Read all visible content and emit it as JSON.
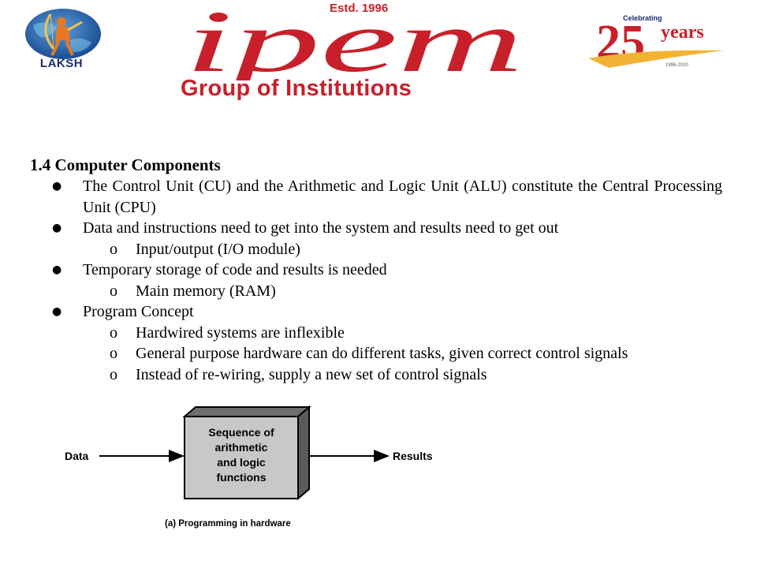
{
  "header": {
    "lakshLabel": "LAKSH",
    "estd": "Estd. 1996",
    "brand": "ipem",
    "group": "Group of Institutions",
    "celebrating": "Celebrating",
    "anniversaryNumber": "25",
    "anniversaryWord": "years",
    "anniversaryYears": "1996-2020",
    "brandColor": "#c8202a"
  },
  "section": {
    "title": "1.4 Computer Components",
    "items": [
      {
        "text": "The Control Unit (CU) and the Arithmetic and Logic Unit (ALU) constitute the Central Processing Unit (CPU)",
        "subs": []
      },
      {
        "text": "Data and instructions need to get into the system and results need to get out",
        "subs": [
          "Input/output (I/O module)"
        ]
      },
      {
        "text": "Temporary storage of code and results is needed",
        "subs": [
          "Main memory (RAM)"
        ]
      },
      {
        "text": "Program Concept",
        "subs": [
          "Hardwired systems are inflexible",
          "General purpose hardware can do different tasks, given correct control signals",
          "Instead of re-wiring, supply a new set of control signals"
        ]
      }
    ]
  },
  "diagram": {
    "inputLabel": "Data",
    "outputLabel": "Results",
    "boxLines": [
      "Sequence of",
      "arithmetic",
      "and logic",
      "functions"
    ],
    "caption": "(a) Programming in hardware"
  }
}
